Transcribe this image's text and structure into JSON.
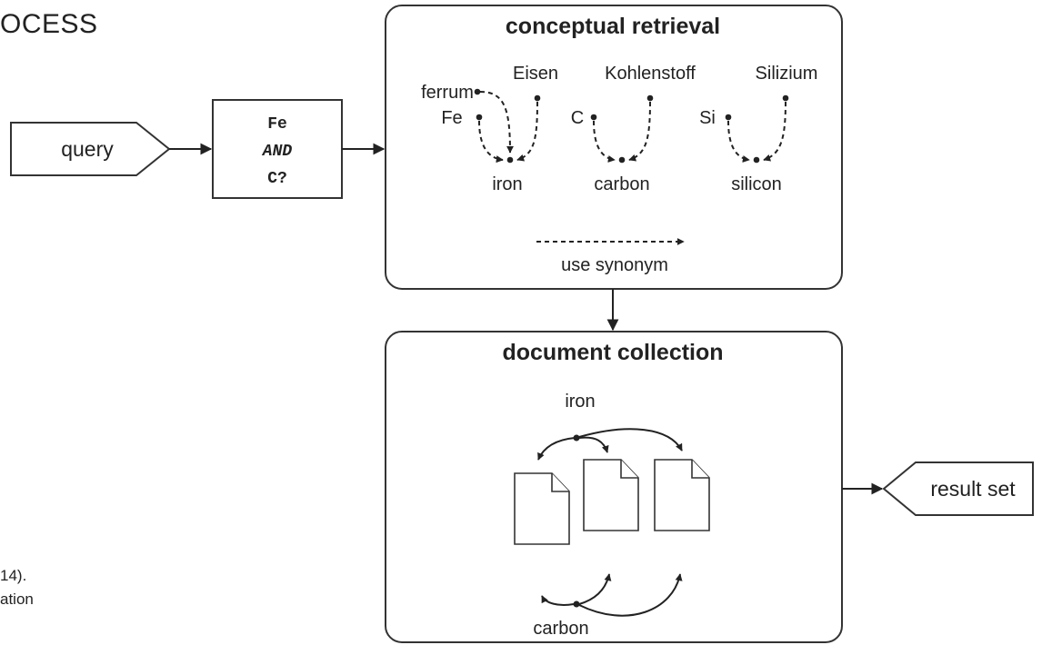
{
  "slide": {
    "title_fragment": "OCESS",
    "footnote_line1": "14).",
    "footnote_line2": "ation"
  },
  "diagram": {
    "query_label": "query",
    "query_box": {
      "line1": "Fe",
      "line2": "AND",
      "line3": "C?"
    },
    "retrieval": {
      "title": "conceptual retrieval",
      "terms": {
        "ferrum": "ferrum",
        "fe": "Fe",
        "eisen": "Eisen",
        "c": "C",
        "kohlenstoff": "Kohlenstoff",
        "si": "Si",
        "silizium": "Silizium"
      },
      "concepts": {
        "iron": "iron",
        "carbon": "carbon",
        "silicon": "silicon"
      },
      "legend_label": "use synonym"
    },
    "collection": {
      "title": "document collection",
      "top_label": "iron",
      "bottom_label": "carbon"
    },
    "result_label": "result set"
  }
}
